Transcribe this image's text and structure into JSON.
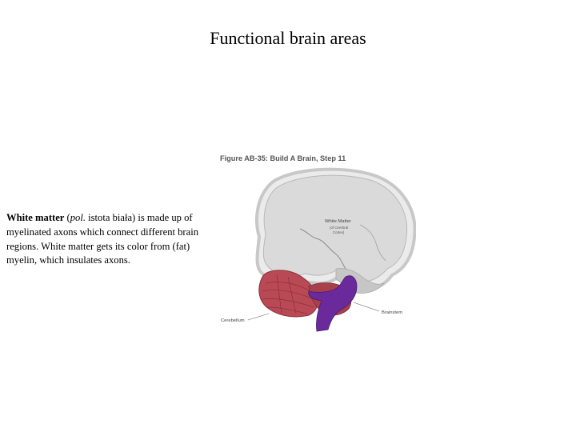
{
  "slide": {
    "title": "Functional brain areas"
  },
  "body": {
    "term": "White matter",
    "open_paren": " (",
    "lang": "pol.",
    "translation": " istota biała) is made up of myelinated axons which connect different brain regions. White matter gets its color from (fat) myelin, which insulates axons."
  },
  "figure": {
    "caption": "Figure AB-35: Build A Brain, Step 11",
    "label_white_matter": "White Matter",
    "label_sub_line1": "(of Cerebral",
    "label_sub_line2": "Cortex)",
    "label_brainstem": "Brainstem",
    "label_cerebellum": "Cerebellum",
    "colors": {
      "cerebrum": "#dadada",
      "cerebrum_outline": "#c4c4c4",
      "cerebellum": "#b94a55",
      "brainstem": "#6a2a9c"
    }
  }
}
